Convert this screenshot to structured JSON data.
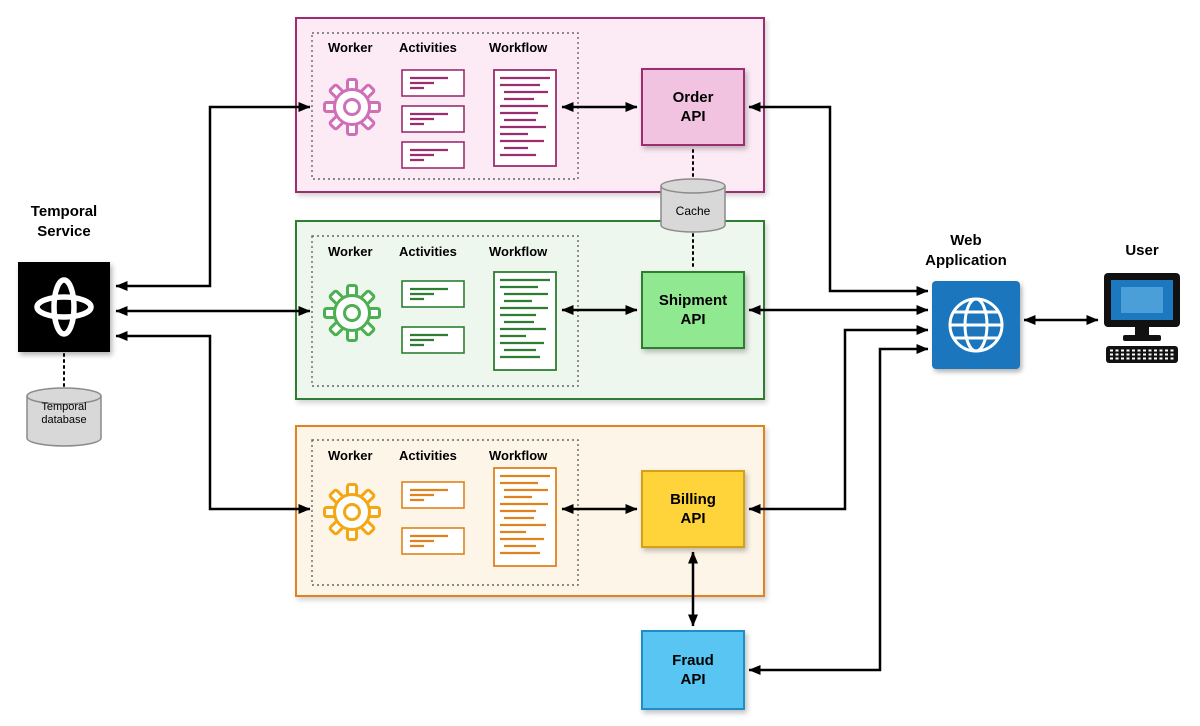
{
  "diagram": {
    "temporal": {
      "service_label": "Temporal\nService",
      "database_label": "Temporal\ndatabase"
    },
    "columns": {
      "worker": "Worker",
      "activities": "Activities",
      "workflow": "Workflow"
    },
    "apis": {
      "order": "Order\nAPI",
      "shipment": "Shipment\nAPI",
      "billing": "Billing\nAPI",
      "fraud": "Fraud\nAPI"
    },
    "cache_label": "Cache",
    "web_application_label": "Web\nApplication",
    "user_label": "User",
    "colors": {
      "order_accent": "#9c2d6e",
      "order_group_fill": "#fceaf5",
      "order_api_fill": "#f2c3e1",
      "order_gear": "#cf6fb7",
      "shipment_accent": "#2e7d32",
      "shipment_group_fill": "#eef7ee",
      "shipment_api_fill": "#90e890",
      "shipment_gear": "#4caf50",
      "billing_accent": "#e0821e",
      "billing_group_fill": "#fdf5e7",
      "billing_api_fill": "#ffd43a",
      "billing_api_border": "#d4a017",
      "billing_gear": "#f3a712",
      "fraud_api_fill": "#58c5f3",
      "fraud_api_border": "#1f8dc9",
      "web_app_fill": "#1b76bd",
      "temporal_node_fill": "#000000",
      "cylinder_fill": "#d8d8d8",
      "arrow": "#000000"
    }
  }
}
